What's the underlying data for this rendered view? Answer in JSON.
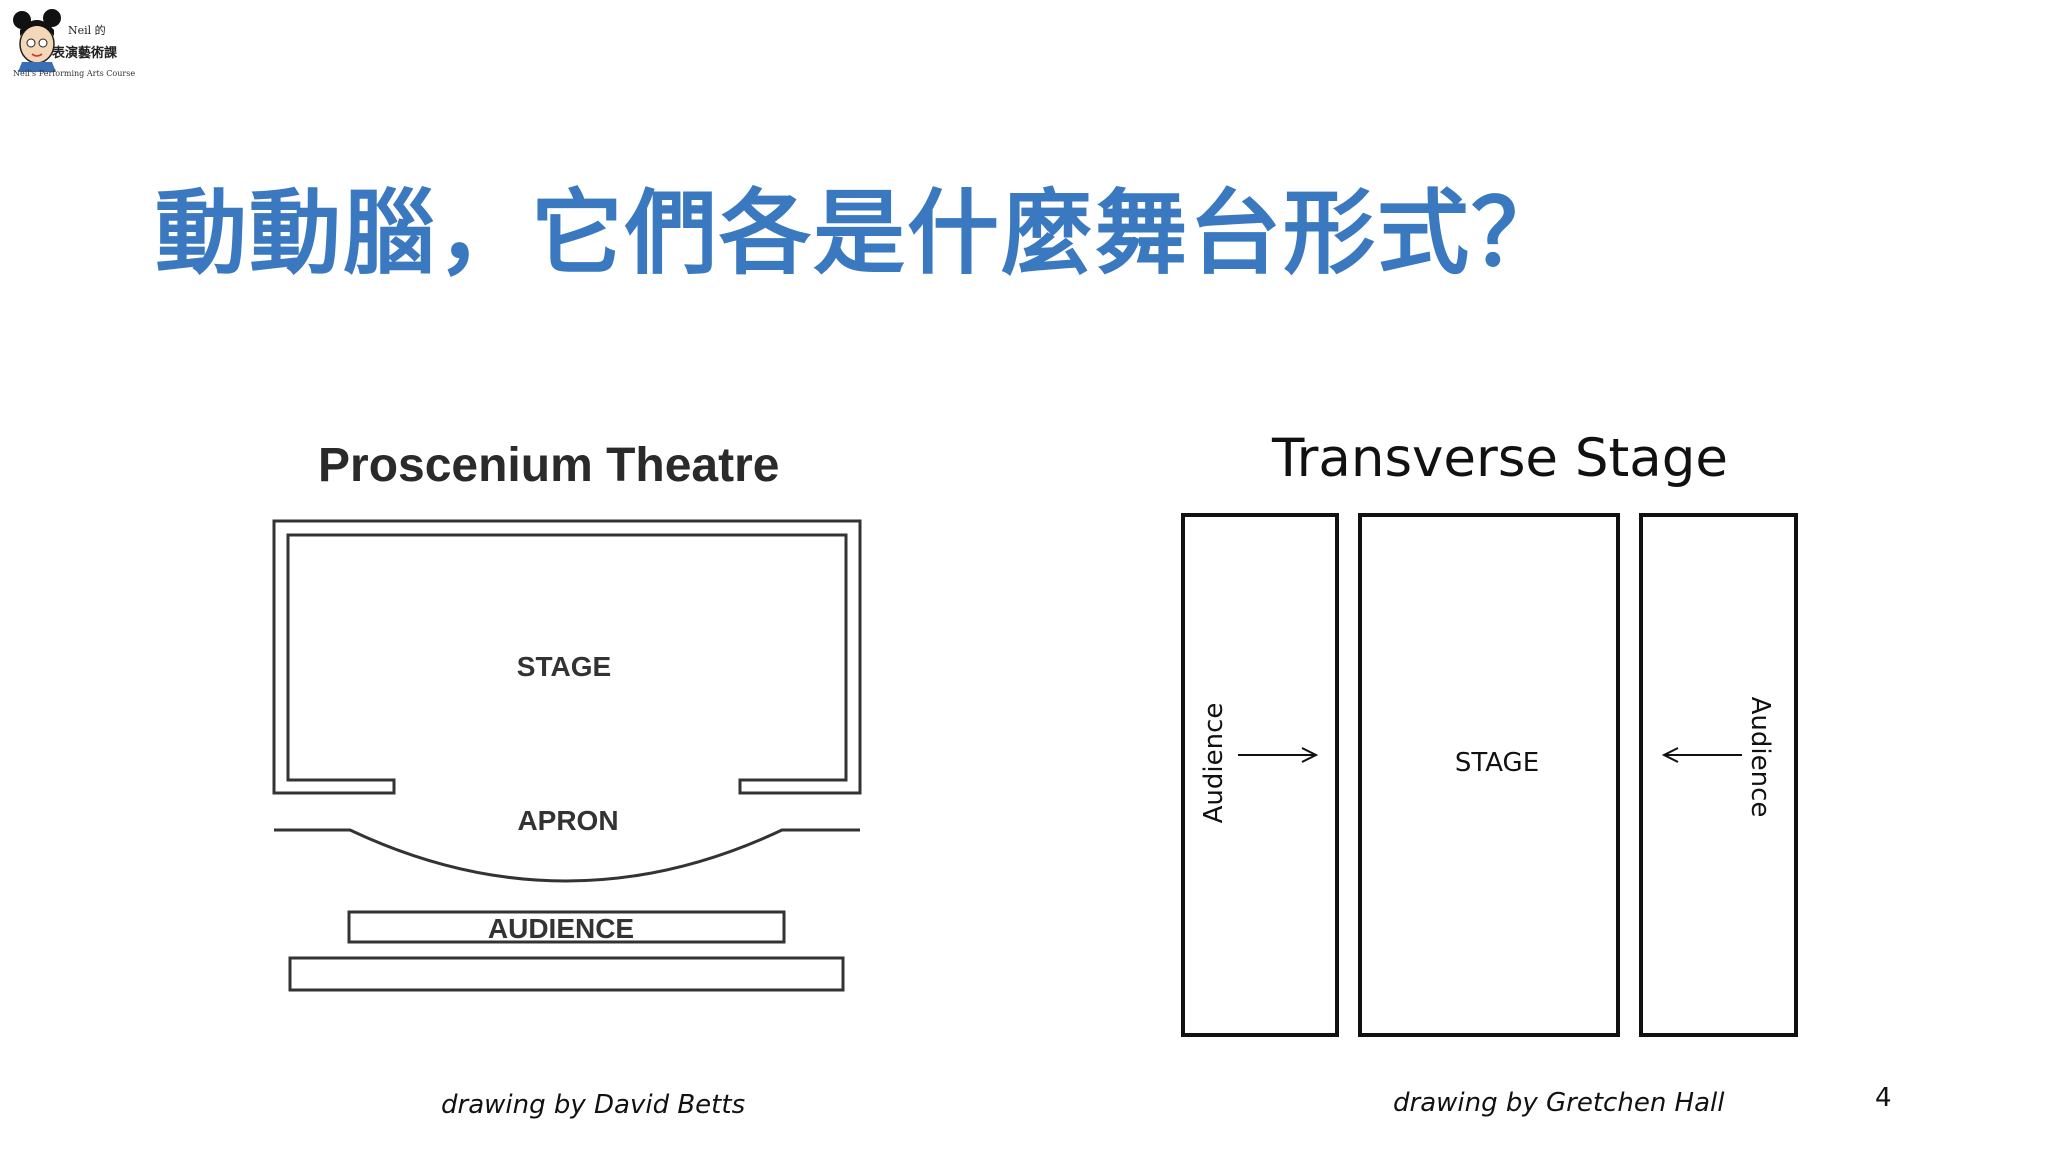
{
  "logo": {
    "line1": "Neil 的",
    "line2": "表演藝術課",
    "line3": "Neil's Performing Arts Course"
  },
  "title": "動動腦，它們各是什麼舞台形式？",
  "left_diagram": {
    "title": "Proscenium Theatre",
    "labels": {
      "stage": "STAGE",
      "apron": "APRON",
      "audience": "AUDIENCE"
    },
    "credit": "drawing by David Betts"
  },
  "right_diagram": {
    "title": "Transverse Stage",
    "labels": {
      "stage": "STAGE",
      "audience_left": "Audience",
      "audience_right": "Audience"
    },
    "credit": "drawing by Gretchen Hall"
  },
  "page_number": "4"
}
